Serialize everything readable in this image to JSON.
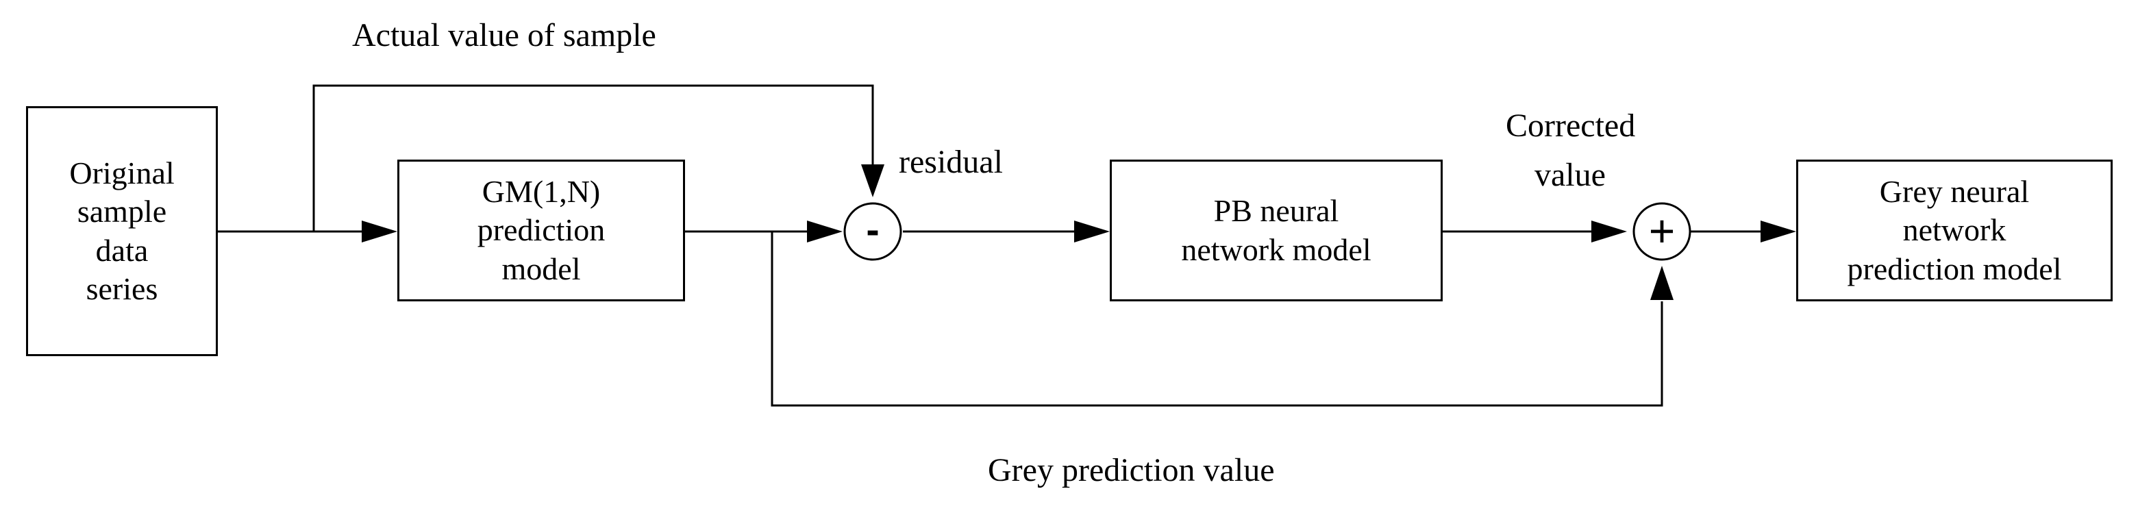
{
  "boxes": {
    "original": [
      "Original",
      "sample",
      "data",
      "series"
    ],
    "gm": [
      "GM(1,N)",
      "prediction",
      "model"
    ],
    "pb": [
      "PB neural",
      "network model"
    ],
    "grey_nn": [
      "Grey neural",
      "network",
      "prediction model"
    ]
  },
  "labels": {
    "actual_value": "Actual value of sample",
    "residual": "residual",
    "corrected_line1": "Corrected",
    "corrected_line2": "value",
    "grey_prediction": "Grey prediction value"
  },
  "operators": {
    "minus": "-",
    "plus": "+"
  }
}
